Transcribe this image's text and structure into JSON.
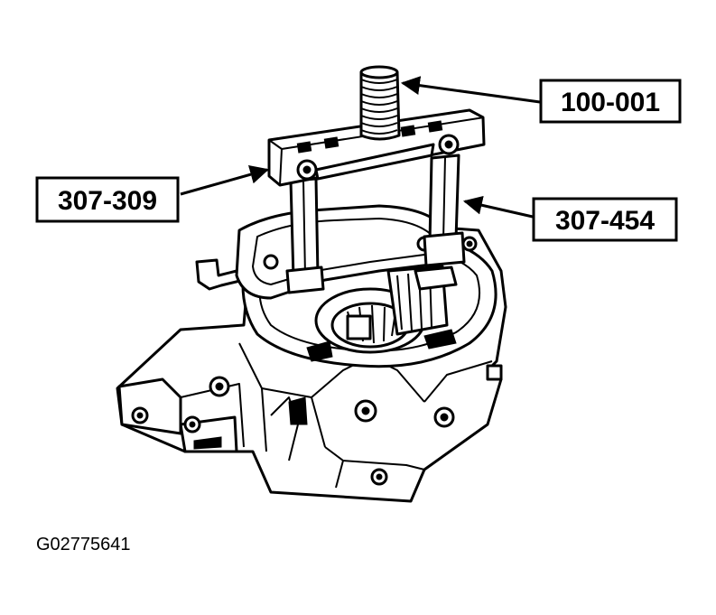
{
  "callouts": [
    {
      "id": "puller-screw",
      "label": "100-001"
    },
    {
      "id": "puller-bridge",
      "label": "307-309"
    },
    {
      "id": "adapter-plate",
      "label": "307-454"
    }
  ],
  "figure_code": "G02775641",
  "colors": {
    "ink": "#000000",
    "paper": "#ffffff"
  }
}
